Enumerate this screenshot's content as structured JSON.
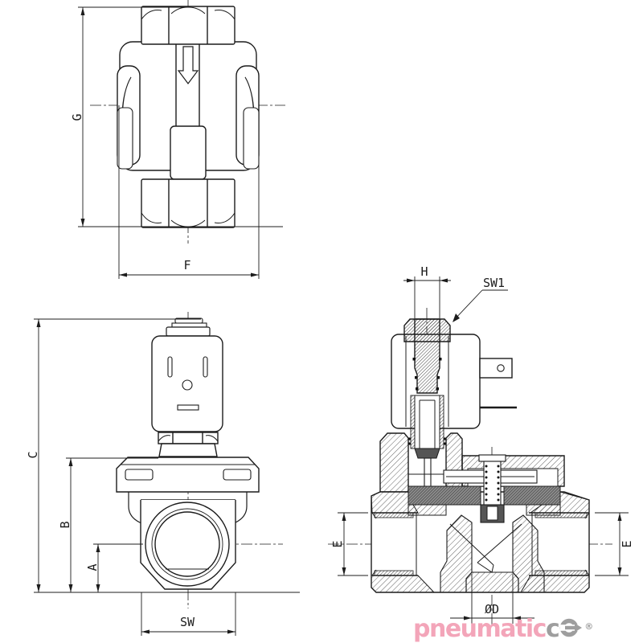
{
  "drawing": {
    "type": "technical-drawing",
    "subject": "2/2-way solenoid valve – dimensional drawing, three views",
    "dimension_labels": {
      "g": "G",
      "f": "F",
      "c": "C",
      "b": "B",
      "a": "A",
      "sw": "SW",
      "h": "H",
      "sw1": "SW1",
      "e_left": "E",
      "e_right": "E",
      "od": "ØD"
    },
    "logo": {
      "pink_text": "pneumatic",
      "gray_text": "c",
      "o_symbol": "circle-arrow",
      "registered": "®"
    },
    "colors": {
      "line": "#1c1c1c",
      "logo_pink": "#f3a5b9",
      "logo_gray": "#9e9e9e"
    }
  }
}
